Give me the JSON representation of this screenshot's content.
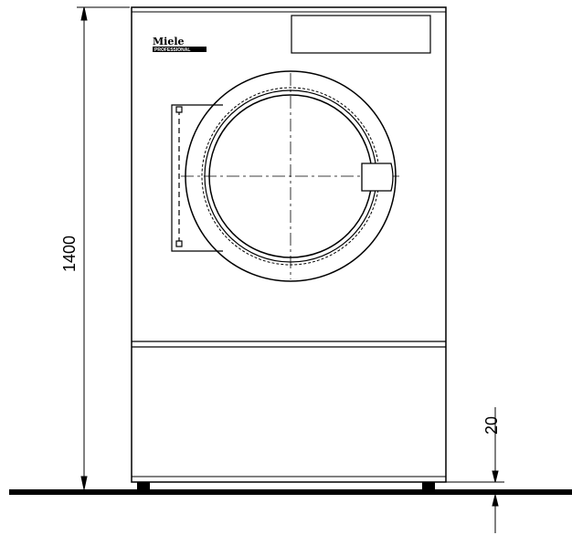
{
  "drawing": {
    "height_dimension": "1400",
    "foot_dimension": "20",
    "brand_name": "Miele",
    "brand_sub": "PROFESSIONAL"
  },
  "colors": {
    "line": "#000000",
    "background": "#ffffff"
  }
}
